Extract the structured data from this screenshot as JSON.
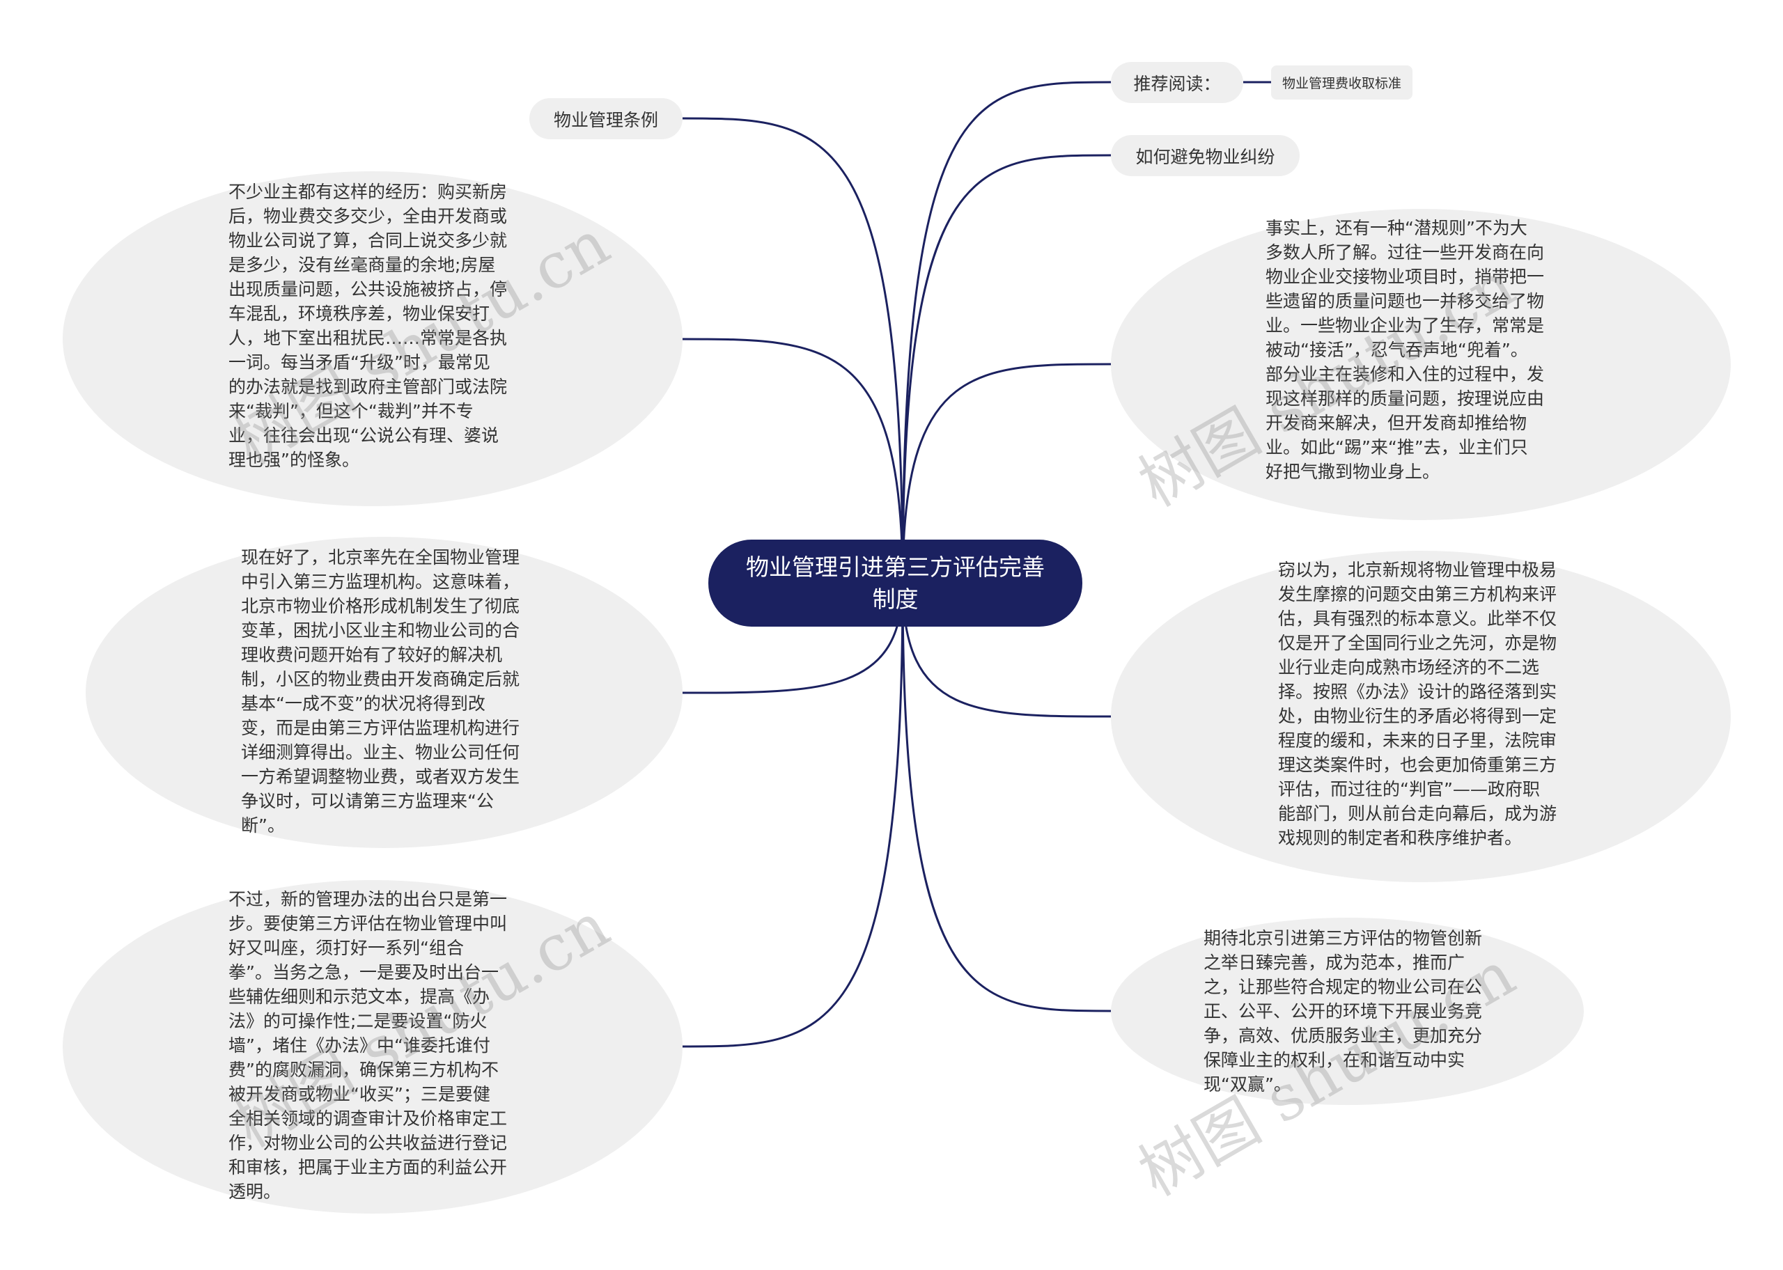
{
  "center": {
    "title": "物业管理引进第三方评估完善制度"
  },
  "left": [
    {
      "label": "物业管理条例"
    },
    {
      "text": "不少业主都有这样的经历：购买新房后，物业费交多交少，全由开发商或物业公司说了算，合同上说交多少就是多少，没有丝毫商量的余地;房屋出现质量问题，公共设施被挤占，停车混乱，环境秩序差，物业保安打人，地下室出租扰民……常常是各执一词。每当矛盾“升级”时，最常见的办法就是找到政府主管部门或法院来“裁判”，但这个“裁判”并不专业，往往会出现“公说公有理、婆说理也强”的怪象。"
    },
    {
      "text": "现在好了，北京率先在全国物业管理中引入第三方监理机构。这意味着，北京市物业价格形成机制发生了彻底变革，困扰小区业主和物业公司的合理收费问题开始有了较好的解决机制，小区的物业费由开发商确定后就基本“一成不变”的状况将得到改变，而是由第三方评估监理机构进行详细测算得出。业主、物业公司任何一方希望调整物业费，或者双方发生争议时，可以请第三方监理来“公断”。"
    },
    {
      "text": "不过，新的管理办法的出台只是第一步。要使第三方评估在物业管理中叫好又叫座，须打好一系列“组合拳”。当务之急，一是要及时出台一些辅佐细则和示范文本，提高《办法》的可操作性;二是要设置“防火墙”，堵住《办法》中“谁委托谁付费”的腐败漏洞，确保第三方机构不被开发商或物业“收买”；三是要健全相关领域的调查审计及价格审定工作，对物业公司的公共收益进行登记和审核，把属于业主方面的利益公开透明。"
    }
  ],
  "right": [
    {
      "label": "推荐阅读：",
      "child": "物业管理费收取标准"
    },
    {
      "label": "如何避免物业纠纷"
    },
    {
      "text": "事实上，还有一种“潜规则”不为大多数人所了解。过往一些开发商在向物业企业交接物业项目时，捎带把一些遗留的质量问题也一并移交给了物业。一些物业企业为了生存，常常是被动“接活”，忍气吞声地“兜着”。部分业主在装修和入住的过程中，发现这样那样的质量问题，按理说应由开发商来解决，但开发商却推给物业。如此“踢”来“推”去，业主们只好把气撒到物业身上。"
    },
    {
      "text": "窃以为，北京新规将物业管理中极易发生摩擦的问题交由第三方机构来评估，具有强烈的标本意义。此举不仅仅是开了全国同行业之先河，亦是物业行业走向成熟市场经济的不二选择。按照《办法》设计的路径落到实处，由物业衍生的矛盾必将得到一定程度的缓和，未来的日子里，法院审理这类案件时，也会更加倚重第三方评估，而过往的“判官”——政府职能部门，则从前台走向幕后，成为游戏规则的制定者和秩序维护者。"
    },
    {
      "text": "期待北京引进第三方评估的物管创新之举日臻完善，成为范本，推而广之，让那些符合规定的物业公司在公正、公平、公开的环境下开展业务竞争，高效、优质服务业主，更加充分保障业主的权利，在和谐互动中实现“双赢”。"
    }
  ],
  "watermark": "树图 shutu.cn",
  "colors": {
    "line": "#1b2160",
    "node": "#efefef",
    "center": "#1b2160"
  }
}
